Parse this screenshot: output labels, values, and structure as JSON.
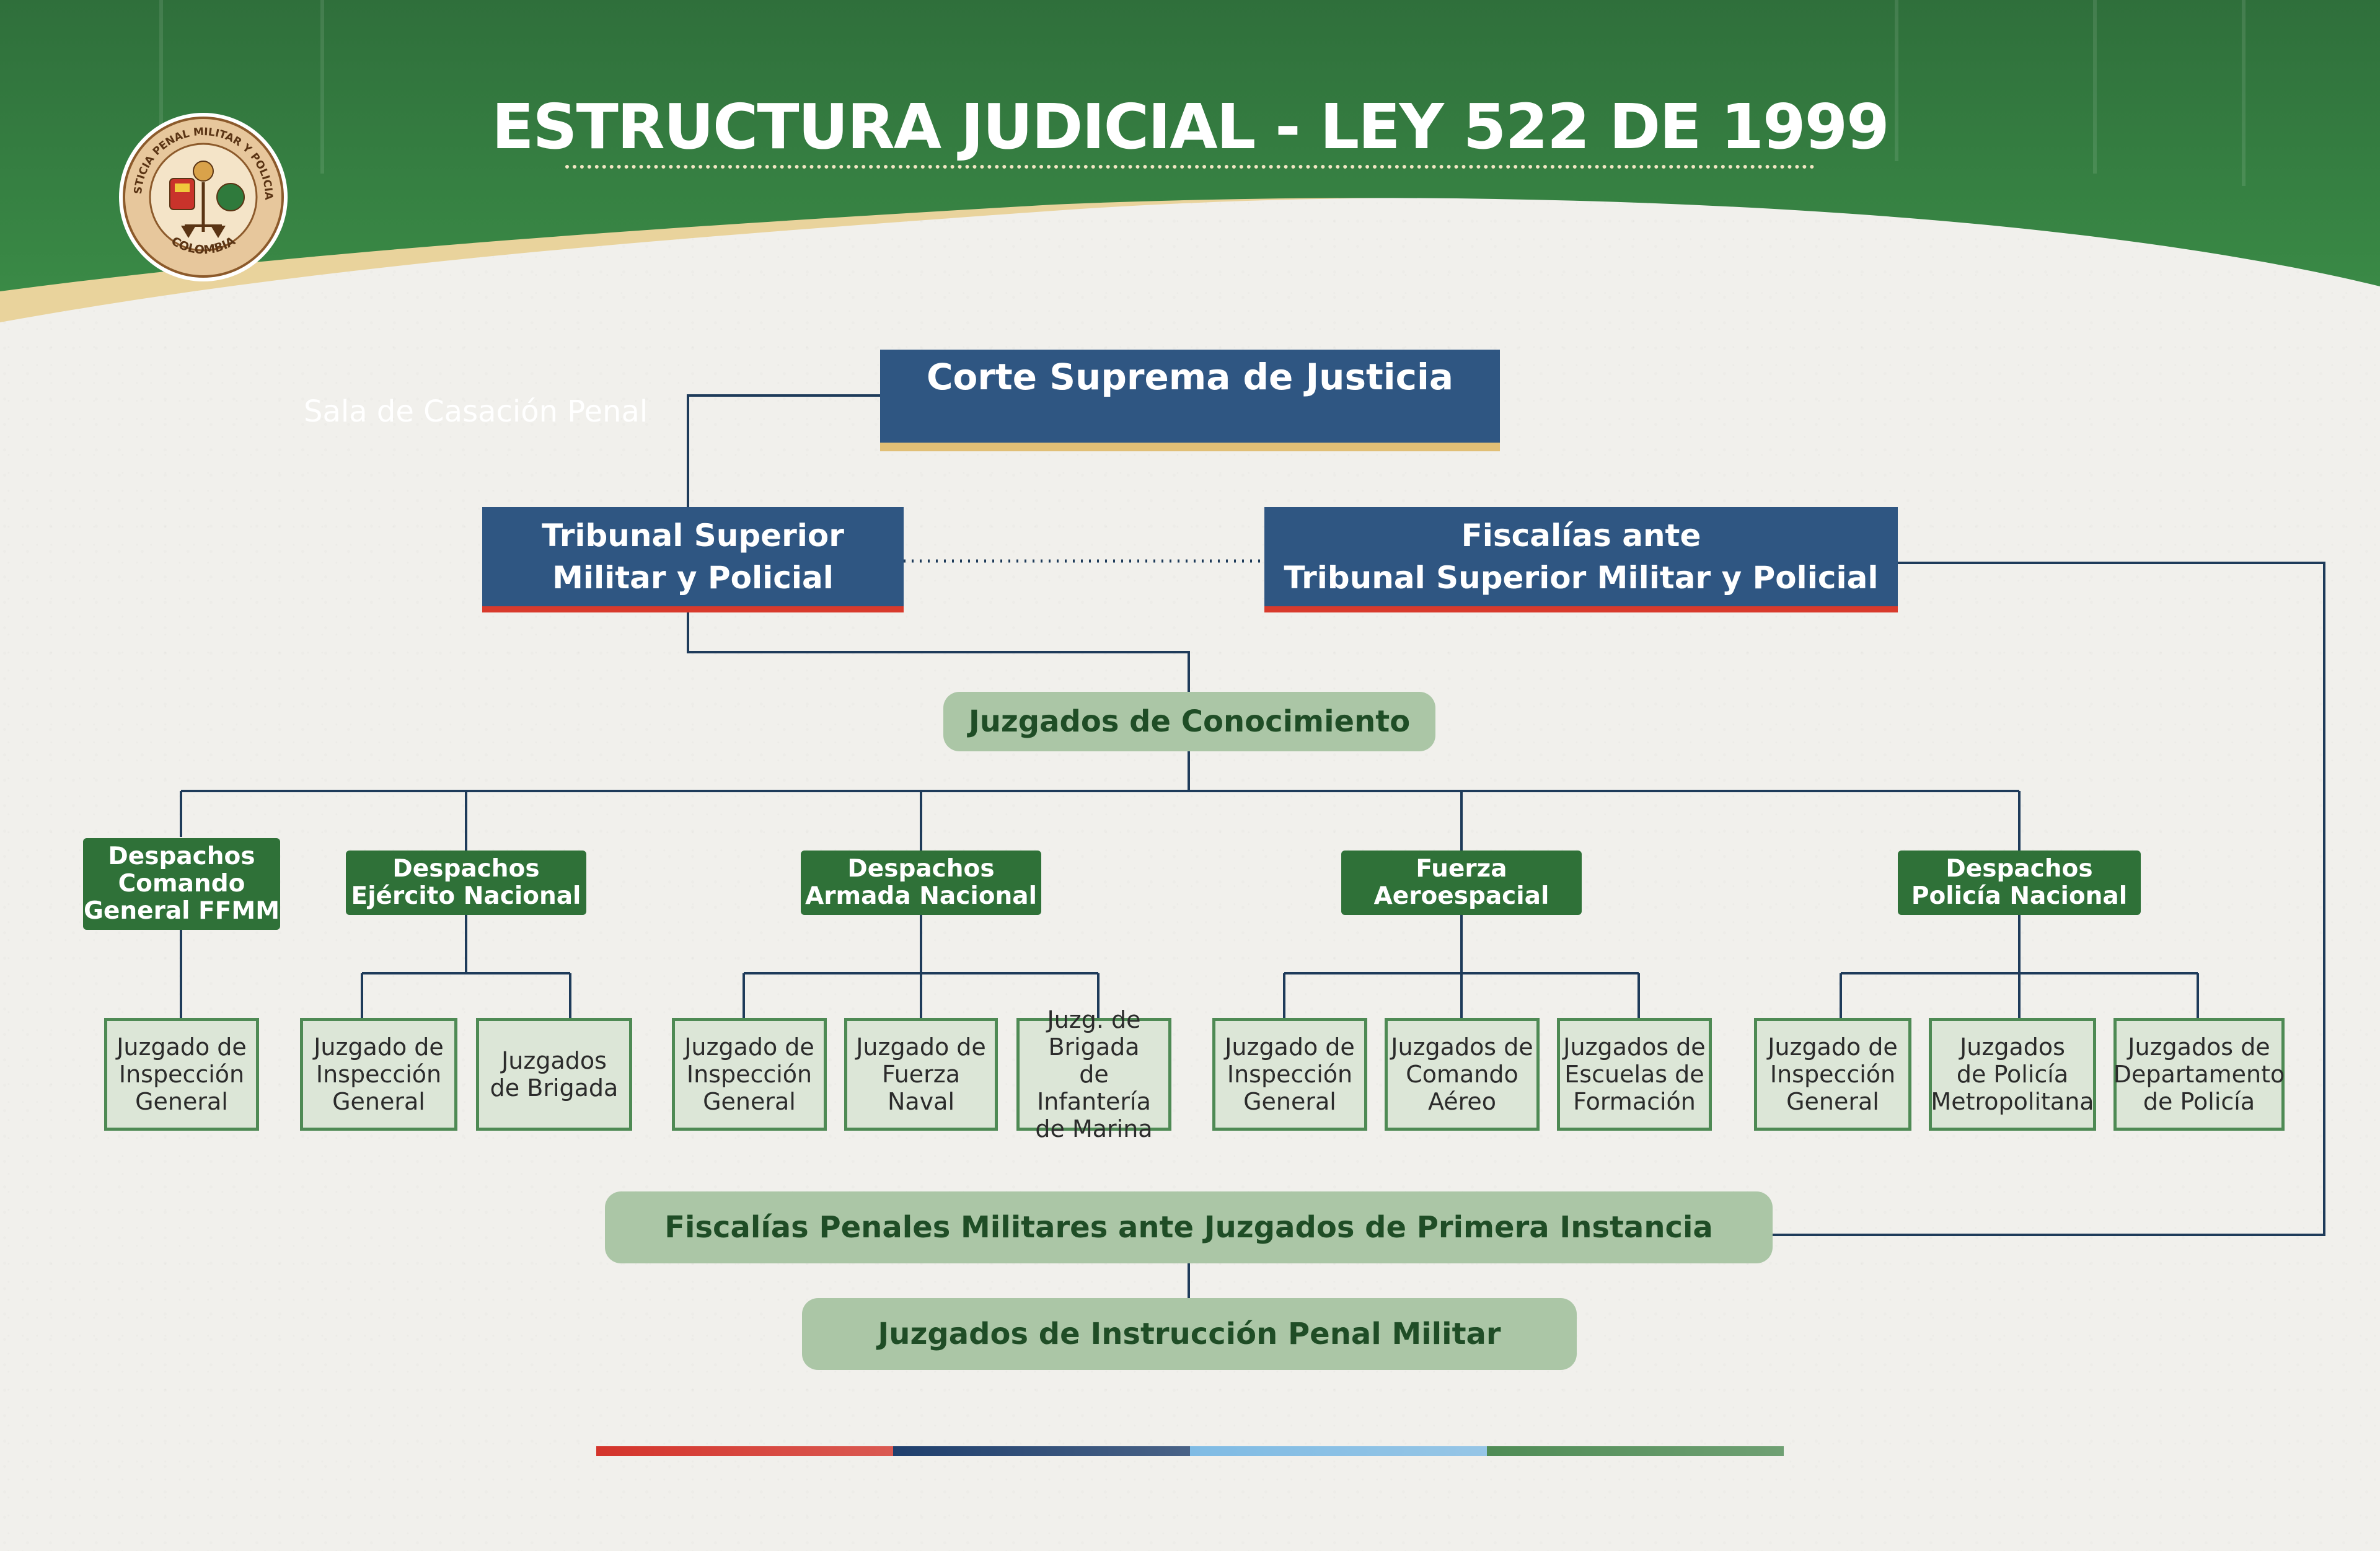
{
  "colors": {
    "header_green": "#2f7a3c",
    "navy": "#2f5682",
    "gold": "#e1bf76",
    "red": "#d83a2c",
    "dark_green": "#2f7138",
    "sage": "#abc6a6",
    "leaf_fill": "#dce6d7",
    "line": "#1e3b5a"
  },
  "header": {
    "title": "ESTRUCTURA JUDICIAL - LEY 522 DE 1999",
    "logo": {
      "ring_top": "JUSTICIA PENAL MILITAR Y POLICIAL",
      "ring_bottom": "COLOMBIA"
    }
  },
  "org": {
    "corte": "Corte Suprema de Justicia",
    "corte_sala": "Sala de Casación Penal",
    "tribunal": "Tribunal Superior\nMilitar y Policial",
    "fiscalias_tribunal": "Fiscalías ante\nTribunal Superior Militar y Policial",
    "juzgados_conocimiento": "Juzgados de Conocimiento",
    "despachos": [
      {
        "label": "Despachos\nComando\nGeneral FFMM",
        "juzgados": [
          "Juzgado de\nInspección\nGeneral"
        ]
      },
      {
        "label": "Despachos\nEjército Nacional",
        "juzgados": [
          "Juzgado de\nInspección\nGeneral",
          "Juzgados\nde Brigada"
        ]
      },
      {
        "label": "Despachos\nArmada Nacional",
        "juzgados": [
          "Juzgado de\nInspección\nGeneral",
          "Juzgado de\nFuerza Naval",
          "Juzg. de\nBrigada\nde Infantería\nde Marina"
        ]
      },
      {
        "label": "Fuerza\nAeroespacial",
        "juzgados": [
          "Juzgado de\nInspección\nGeneral",
          "Juzgados de\nComando\nAéreo",
          "Juzgados de\nEscuelas de\nFormación"
        ]
      },
      {
        "label": "Despachos\nPolicía Nacional",
        "juzgados": [
          "Juzgado de\nInspección\nGeneral",
          "Juzgados\nde Policía\nMetropolitana",
          "Juzgados de\nDepartamento\nde Policía"
        ]
      }
    ],
    "fiscalias_primera": "Fiscalías Penales Militares ante Juzgados de Primera Instancia",
    "juzgados_instruccion": "Juzgados de Instrucción Penal Militar"
  },
  "footer": {
    "bar_colors": [
      "#d4342b",
      "#1f3f6d",
      "#7fbbe4",
      "#4f8c55"
    ]
  }
}
